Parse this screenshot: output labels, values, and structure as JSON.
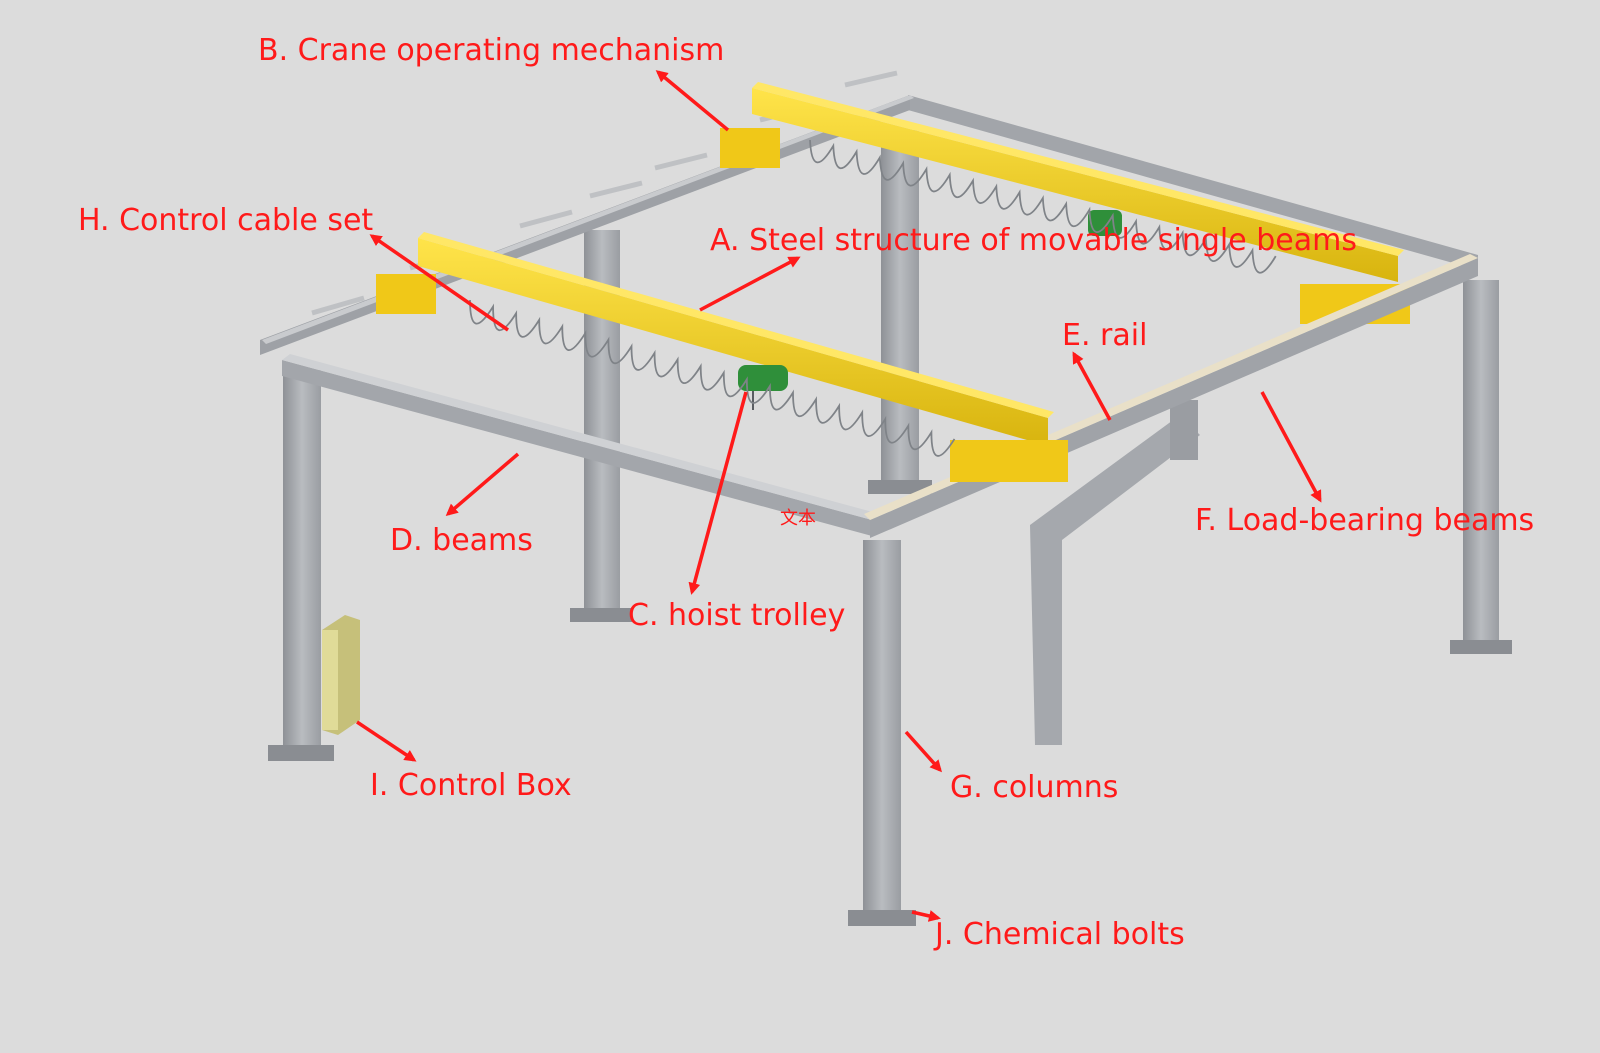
{
  "labels": {
    "a": "A. Steel structure of movable single beams",
    "b": "B. Crane operating mechanism",
    "c": "C. hoist trolley",
    "d": "D. beams",
    "e": "E. rail",
    "f": "F. Load-bearing beams",
    "g": "G. columns",
    "h": "H. Control cable set",
    "i": "I. Control Box",
    "j": "J. Chemical bolts",
    "stray_text": "文本"
  },
  "colors": {
    "background": "#dcdcdc",
    "steel": "#a9acb0",
    "steel_dark": "#7f8388",
    "girder_yellow": "#f4d21f",
    "hoist_green": "#2f8f3a",
    "control_box": "#d9d48c",
    "label_red": "#ff1a1a"
  }
}
